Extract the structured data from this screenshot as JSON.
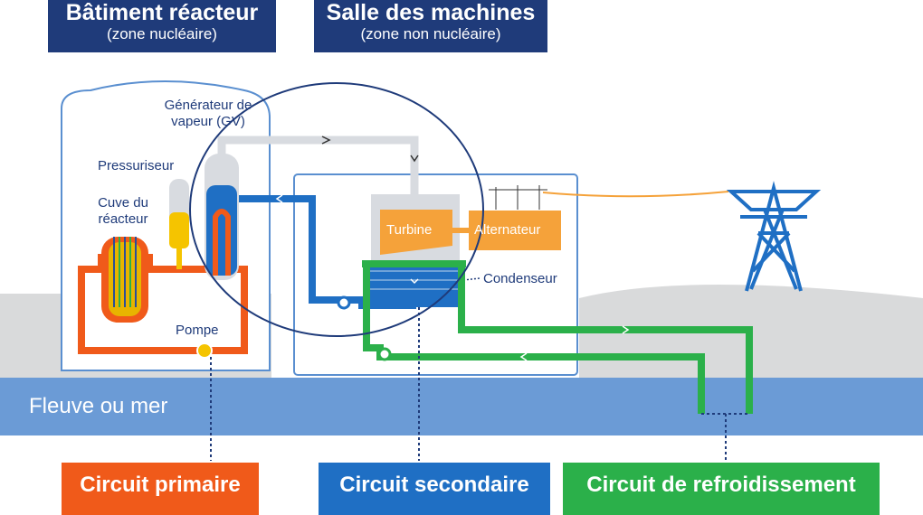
{
  "zones": {
    "reactor": {
      "title": "Bâtiment réacteur",
      "subtitle": "(zone nucléaire)"
    },
    "machines": {
      "title": "Salle des machines",
      "subtitle": "(zone non nucléaire)"
    }
  },
  "components": {
    "steam_generator": "Générateur de vapeur (GV)",
    "pressurizer": "Pressuriseur",
    "reactor_vessel": "Cuve du réacteur",
    "pump": "Pompe",
    "turbine": "Turbine",
    "alternator": "Alternateur",
    "condenser": "Condenseur"
  },
  "water_body": "Fleuve ou mer",
  "circuits": {
    "primary": "Circuit primaire",
    "secondary": "Circuit secondaire",
    "cooling": "Circuit de refroidissement"
  },
  "colors": {
    "primary": "#f05a1a",
    "secondary": "#1f6fc4",
    "cooling": "#2bb04a",
    "steam": "#d8dbe0",
    "header": "#1f3b7a",
    "water": "#6b9bd6",
    "ground": "#d9dadb",
    "power": "#f5a23a"
  }
}
